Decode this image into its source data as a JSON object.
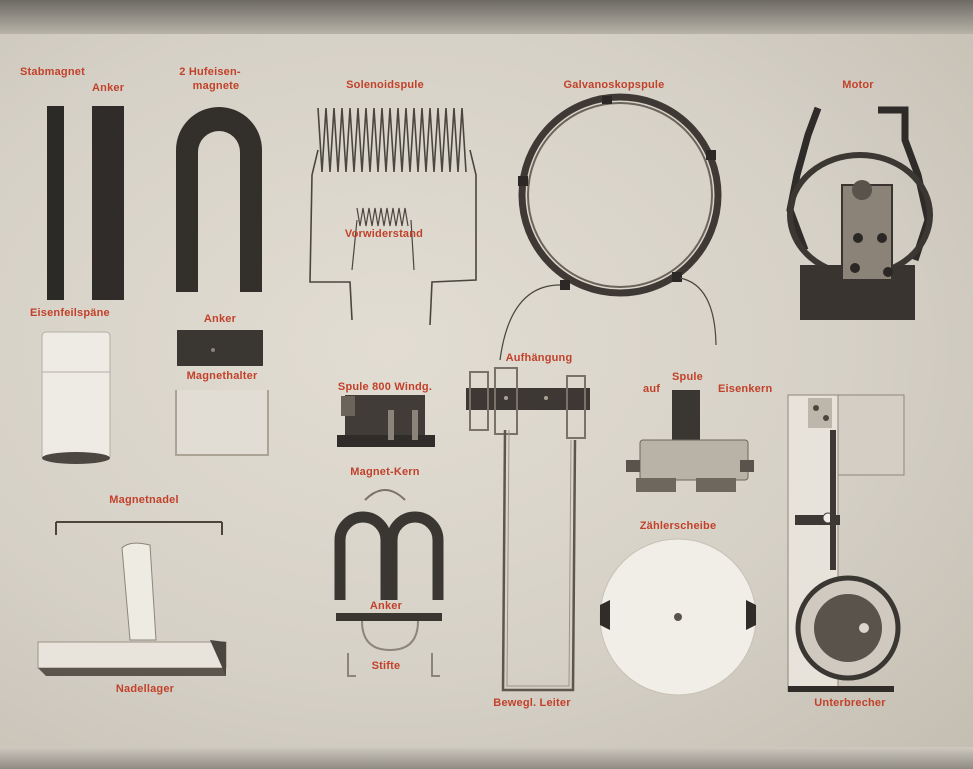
{
  "labels": {
    "stabmagnet": "Stabmagnet",
    "anker_1": "Anker",
    "hufeisen_1": "2 Hufeisen-",
    "hufeisen_2": "magnete",
    "solenoidspule": "Solenoidspule",
    "vorwiderstand": "Vorwiderstand",
    "galvanoskopspule": "Galvanoskopspule",
    "motor": "Motor",
    "eisenfeilspaene": "Eisenfeilspäne",
    "anker_2": "Anker",
    "magnethalter": "Magnethalter",
    "aufhaengung": "Aufhängung",
    "spule_800": "Spule 800 Windg.",
    "magnet_kern": "Magnet-Kern",
    "spule_1": "Spule",
    "spule_2": "auf",
    "spule_3": "Eisenkern",
    "magnetnadel": "Magnetnadel",
    "zaehlerscheibe": "Zählerscheibe",
    "anker_3": "Anker",
    "stifte": "Stifte",
    "nadellager": "Nadellager",
    "bewegl_leiter": "Bewegl. Leiter",
    "unterbrecher": "Unterbrecher"
  },
  "colors": {
    "label": "#c2412a",
    "paper": "#dcd7cd",
    "metal": "#3a3733"
  }
}
